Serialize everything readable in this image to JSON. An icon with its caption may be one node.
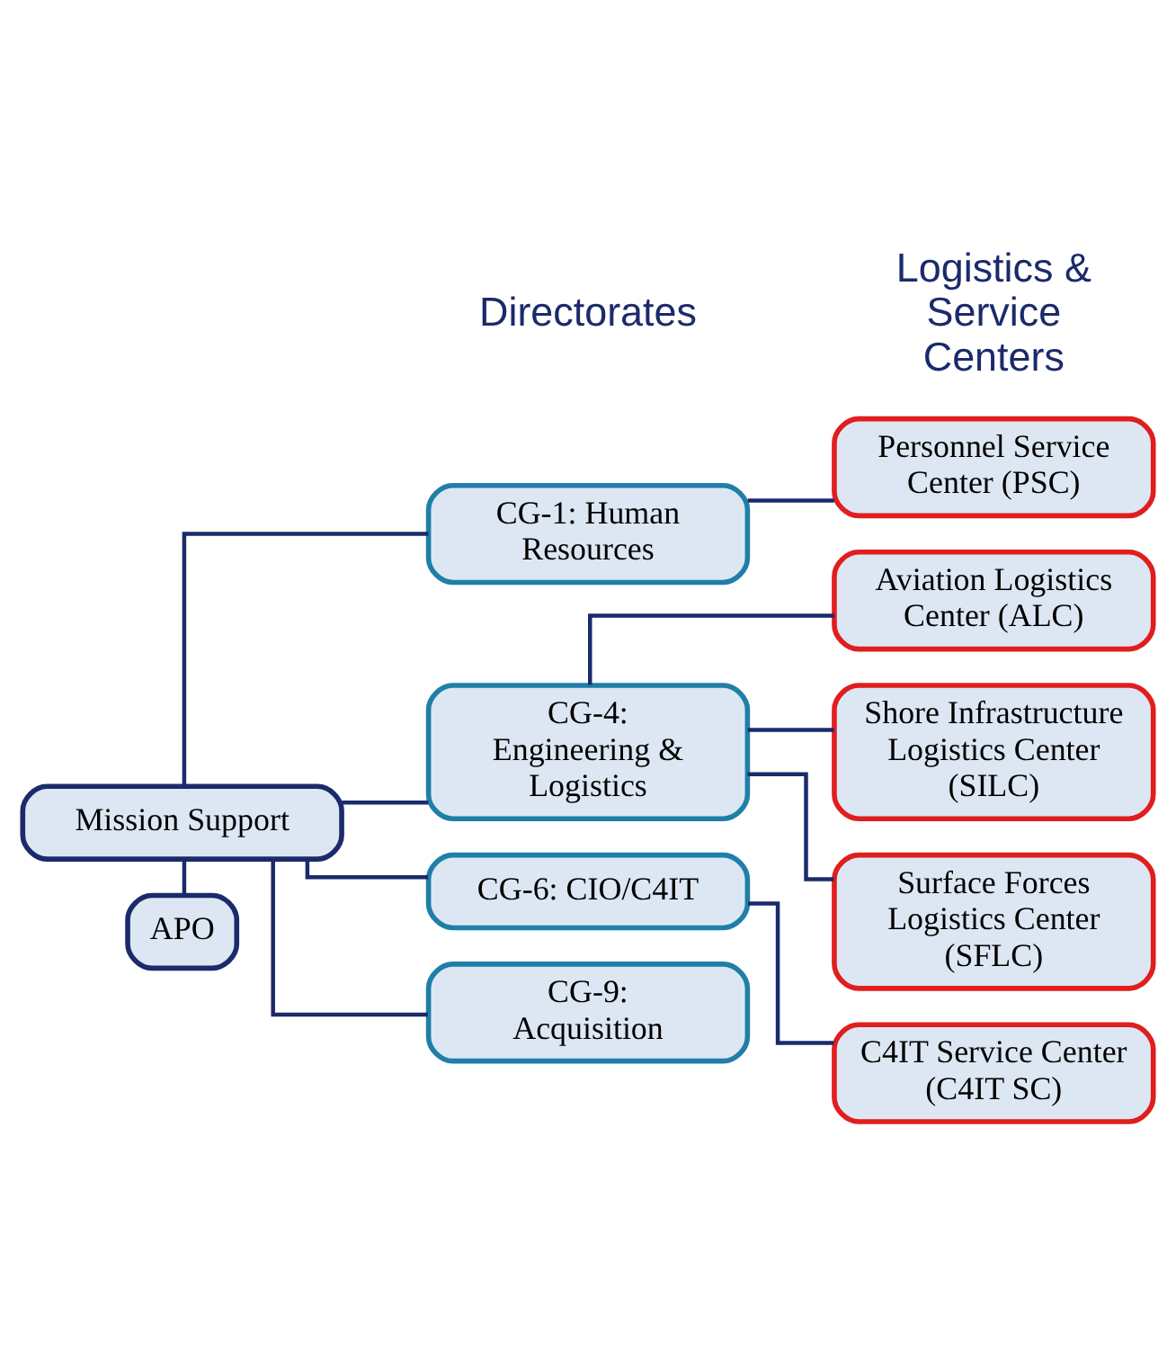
{
  "diagram": {
    "nodes": [
      {
        "text": [
          "Mission Support"
        ]
      },
      {
        "text": [
          "APO"
        ]
      },
      {
        "text": [
          "CG-1: Human Resources"
        ]
      },
      {
        "text": [
          "CG-4: Engineering & Logistics"
        ]
      },
      {
        "text": [
          "CG-6: CIO/C4IT"
        ]
      },
      {
        "text": [
          "CG-9: Acquisition"
        ]
      },
      {
        "text": [
          "Personnel Service Center (PSC)"
        ]
      },
      {
        "text": [
          "Aviation Logistics Center (ALC)"
        ]
      },
      {
        "text": [
          "Shore Infrastructure Logistics Center (SILC)"
        ]
      },
      {
        "text": [
          "Surface Forces Logistics Center (SFLC)"
        ]
      },
      {
        "text": [
          "C4IT Service Center (C4IT SC)"
        ]
      }
    ],
    "edges": [
      {
        "from": 0,
        "to": 1,
        "arrow": "none"
      },
      {
        "from": 0,
        "to": 2,
        "arrow": "none"
      },
      {
        "from": 0,
        "to": 3,
        "arrow": "none"
      },
      {
        "from": 0,
        "to": 4,
        "arrow": "none"
      },
      {
        "from": 0,
        "to": 5,
        "arrow": "none"
      },
      {
        "from": 2,
        "to": 6,
        "arrow": "none"
      },
      {
        "from": 3,
        "to": 7,
        "arrow": "none"
      },
      {
        "from": 3,
        "to": 8,
        "arrow": "none"
      },
      {
        "from": 3,
        "to": 9,
        "arrow": "none"
      },
      {
        "from": 4,
        "to": 10,
        "arrow": "none"
      }
    ],
    "labels": [
      "Directorates",
      "Logistics & Service Centers"
    ]
  }
}
